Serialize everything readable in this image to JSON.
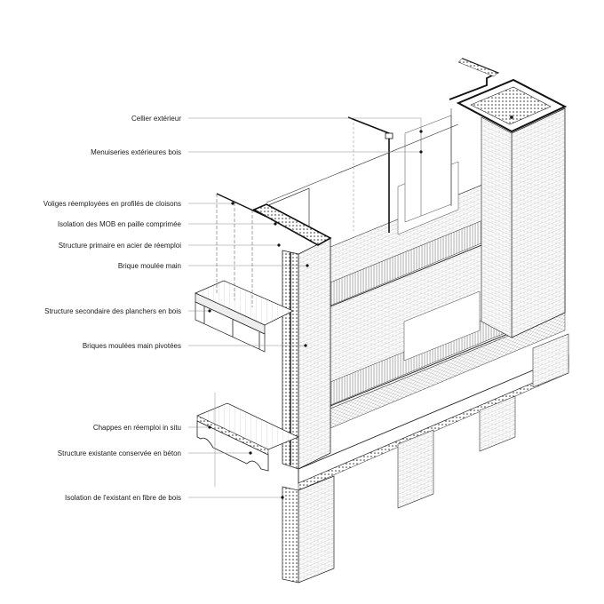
{
  "diagram": {
    "labels": [
      {
        "id": "cellier",
        "text": "Cellier extérieur"
      },
      {
        "id": "menuiseries",
        "text": "Menuiseries extérieures bois"
      },
      {
        "id": "voliges",
        "text": "Voliges réemployées en profilés de cloisons"
      },
      {
        "id": "isolation-mob",
        "text": "Isolation des MOB en paille comprimée"
      },
      {
        "id": "structure-primaire",
        "text": "Structure primaire en acier de réemploi"
      },
      {
        "id": "brique",
        "text": "Brique moulée main"
      },
      {
        "id": "structure-secondaire",
        "text": "Structure secondaire des planchers en bois"
      },
      {
        "id": "briques-pivotees",
        "text": "Briques moulées main pivotées"
      },
      {
        "id": "chappes",
        "text": "Chappes en réemploi in situ"
      },
      {
        "id": "structure-existante",
        "text": "Structure existante conservée en béton"
      },
      {
        "id": "isolation-existant",
        "text": "Isolation de l'existant en fibre de bois"
      }
    ]
  }
}
